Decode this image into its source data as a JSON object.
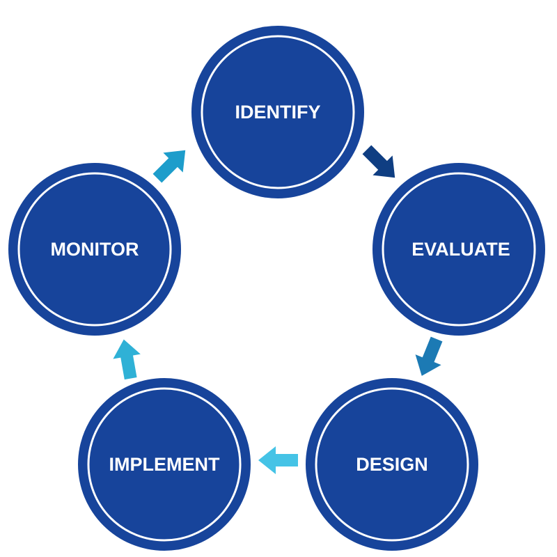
{
  "stages": [
    {
      "label": "IDENTIFY"
    },
    {
      "label": "EVALUATE"
    },
    {
      "label": "DESIGN"
    },
    {
      "label": "IMPLEMENT"
    },
    {
      "label": "MONITOR"
    }
  ],
  "colors": {
    "circle_fill": "#17449B",
    "circle_ring": "#ffffff",
    "label": "#ffffff",
    "arrow_identify_to_evaluate": "#0F3E82",
    "arrow_evaluate_to_design": "#1C7AB4",
    "arrow_design_to_implement": "#45C3E6",
    "arrow_implement_to_monitor": "#2FB1D6",
    "arrow_monitor_to_identify": "#1D9DCB"
  }
}
